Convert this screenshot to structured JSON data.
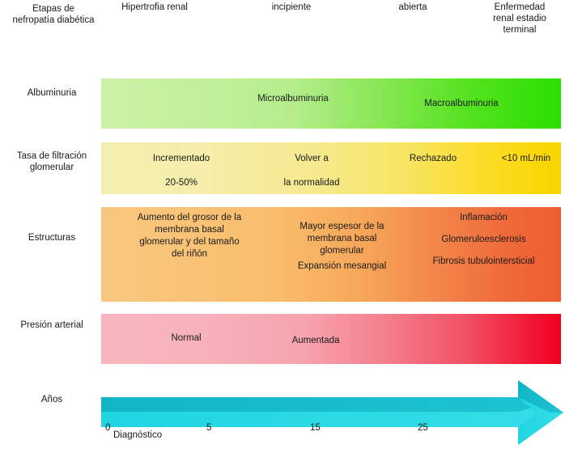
{
  "header": {
    "title": "Etapas de\nnefropatía diabética",
    "stages": [
      {
        "label": "Hipertrofia renal"
      },
      {
        "label": "incipiente"
      },
      {
        "label": "abierta"
      },
      {
        "label": "Enfermedad\nrenal estadio\nterminal"
      }
    ]
  },
  "rows": [
    {
      "label": "Albuminuria",
      "cells": [
        {
          "text": "Microalbuminuria"
        },
        {
          "text": "Macroalbuminuria"
        }
      ],
      "gradient_from": "#ccf2a8",
      "gradient_to": "#2ae000"
    },
    {
      "label": "Tasa de filtración\nglomerular",
      "cells": [
        {
          "text": "Incrementado\n\n20-50%"
        },
        {
          "text": "Volver a\n\nla normalidad"
        },
        {
          "text": "Rechazado"
        },
        {
          "text": "<10 mL/min"
        }
      ],
      "gradient_from": "#f4eeb0",
      "gradient_to": "#f7d500"
    },
    {
      "label": "Estructuras",
      "cells": [
        {
          "text": "Aumento del grosor de la\nmembrana basal\nglomerular y del tamaño\ndel riñón"
        },
        {
          "text": "Mayor espesor de la\nmembrana basal\nglomerular"
        },
        {
          "text": "Expansión mesangial"
        },
        {
          "text": "Inflamación"
        },
        {
          "text": "Glomeruloesclerosis"
        },
        {
          "text": "Fibrosis tubulointersticial"
        }
      ],
      "gradient_from": "#f8c77f",
      "gradient_to": "#ed5c2e"
    },
    {
      "label": "Presión arterial",
      "cells": [
        {
          "text": "Normal"
        },
        {
          "text": "Aumentada"
        }
      ],
      "gradient_from": "#f7b7bf",
      "gradient_to": "#f00020"
    },
    {
      "label": "Años",
      "cells": [],
      "gradient_from": "#13b8c8",
      "gradient_to": "#2fd8e2"
    }
  ],
  "axis": {
    "ticks": [
      "0",
      "5",
      "15",
      "25"
    ],
    "origin_note": "Diagnóstico"
  },
  "chart_data": {
    "type": "table",
    "title": "Etapas de nefropatía diabética",
    "xlabel": "Años",
    "x": [
      0,
      5,
      15,
      25
    ],
    "xlim": [
      0,
      30
    ],
    "grid": false,
    "legend": "none",
    "stages": [
      "Hipertrofia renal",
      "incipiente",
      "abierta",
      "Enfermedad renal estadio terminal"
    ],
    "series": [
      {
        "name": "Albuminuria",
        "values": [
          "Microalbuminuria",
          "Macroalbuminuria"
        ],
        "color_start": "#ccf2a8",
        "color_end": "#2ae000"
      },
      {
        "name": "Tasa de filtración glomerular",
        "values": [
          "Incrementado 20-50%",
          "Volver a la normalidad",
          "Rechazado",
          "<10 mL/min"
        ],
        "color_start": "#f4eeb0",
        "color_end": "#f7d500"
      },
      {
        "name": "Estructuras",
        "values": [
          "Aumento del grosor de la membrana basal glomerular y del tamaño del riñón",
          "Mayor espesor de la membrana basal glomerular",
          "Expansión mesangial",
          "Inflamación",
          "Glomeruloesclerosis",
          "Fibrosis tubulointersticial"
        ],
        "color_start": "#f8c77f",
        "color_end": "#ed5c2e"
      },
      {
        "name": "Presión arterial",
        "values": [
          "Normal",
          "Aumentada"
        ],
        "color_start": "#f7b7bf",
        "color_end": "#f00020"
      },
      {
        "name": "Años",
        "values": [
          "0 Diagnóstico",
          "5",
          "15",
          "25"
        ],
        "color_start": "#13b8c8",
        "color_end": "#2fd8e2"
      }
    ]
  }
}
